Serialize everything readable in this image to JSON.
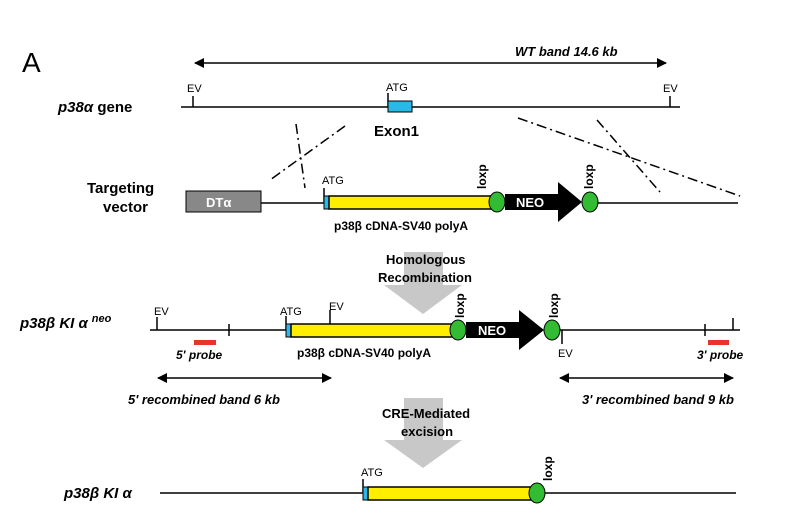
{
  "panel_label": "A",
  "wt_band": "WT band 14.6 kb",
  "ev": "EV",
  "atg": "ATG",
  "loxp": "loxp",
  "exon1": "Exon1",
  "dta": "DTα",
  "neo": "NEO",
  "cdna": "p38β cDNA-SV40 polyA",
  "rows": {
    "gene_italic": "p38α",
    "gene_suffix": " gene",
    "targeting_line1": "Targeting",
    "targeting_line2": "vector",
    "ki_neo_main": "p38β KI α",
    "ki_neo_sup": "neo",
    "ki": "p38β KI α"
  },
  "steps": {
    "homologous_line1": "Homologous",
    "homologous_line2": "Recombination",
    "cre_line1": "CRE-Mediated",
    "cre_line2": "excision"
  },
  "probes": {
    "five": "5' probe",
    "three": "3' probe"
  },
  "bands": {
    "five": "5' recombined band 6 kb",
    "three": "3' recombined band 9 kb"
  },
  "colors": {
    "yellow": "#ffee00",
    "exon_blue": "#2ab8e8",
    "green": "#33bb33",
    "gray": "#888888",
    "probe_red": "#e8342a",
    "arrow_gray": "#c8c8c8"
  }
}
